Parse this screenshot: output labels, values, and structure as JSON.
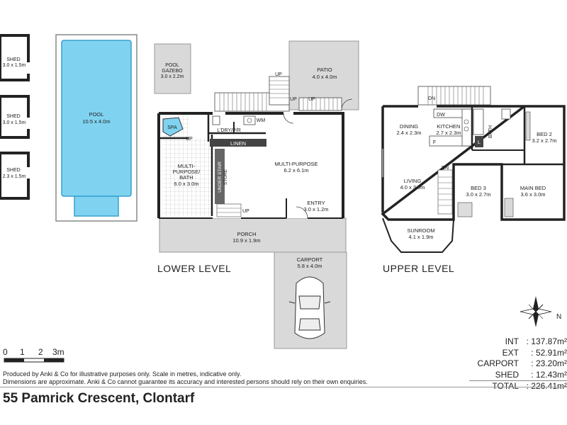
{
  "rooms": {
    "shed1": {
      "name": "SHED",
      "size": "3.0 x 1.5m"
    },
    "shed2": {
      "name": "SHED",
      "size": "3.0 x 1.5m"
    },
    "shed3": {
      "name": "SHED",
      "size": "2.3 x 1.5m"
    },
    "pool": {
      "name": "POOL",
      "size": "10.5 x 4.0m"
    },
    "gazebo": {
      "name1": "POOL",
      "name2": "GAZEBO",
      "size": "3.0 x 2.2m"
    },
    "patio": {
      "name": "PATIO",
      "size": "4.0 x 4.0m"
    },
    "spa": {
      "name": "SPA"
    },
    "ldry": {
      "name": "L'DRY/P/R"
    },
    "wm": {
      "name": "WM"
    },
    "linen": {
      "name": "LINEN"
    },
    "mpbath": {
      "name1": "MULTI-",
      "name2": "PURPOSE/",
      "name3": "BATH",
      "size": "6.0 x 3.0m"
    },
    "understair": {
      "name1": "UNDER STAIR",
      "name2": "STORE"
    },
    "multipurpose": {
      "name": "MULTI-PURPOSE",
      "size": "6.2 x 6.1m"
    },
    "entry": {
      "name": "ENTRY",
      "size": "3.0 x 1.2m"
    },
    "porch": {
      "name": "PORCH",
      "size": "10.9 x 1.9m"
    },
    "carport": {
      "name": "CARPORT",
      "size": "5.8 x 4.0m"
    },
    "dining": {
      "name": "DINING",
      "size": "2.4 x 2.3m"
    },
    "kitchen": {
      "name": "KITCHEN",
      "size": "2.7 x 2.3m"
    },
    "dw": {
      "name": "DW"
    },
    "f": {
      "name": "F"
    },
    "l": {
      "name": "L"
    },
    "bath": {
      "name": "BATH"
    },
    "bed2": {
      "name": "BED 2",
      "size": "3.2 x 2.7m"
    },
    "living": {
      "name": "LIVING",
      "size": "4.0 x 3.0m"
    },
    "bed3": {
      "name": "BED 3",
      "size": "3.0 x 2.7m"
    },
    "mainbed": {
      "name": "MAIN BED",
      "size": "3.6 x 3.0m"
    },
    "sunroom": {
      "name": "SUNROOM",
      "size": "4.1 x 1.9m"
    }
  },
  "marks": {
    "up": "UP",
    "dn": "DN"
  },
  "levels": {
    "lower": "LOWER LEVEL",
    "upper": "UPPER LEVEL"
  },
  "compass": {
    "north": "N"
  },
  "scale": {
    "t0": "0",
    "t1": "1",
    "t2": "2",
    "t3": "3m"
  },
  "areas": [
    {
      "label": "INT",
      "value": ": 137.87m²"
    },
    {
      "label": "EXT",
      "value": ": 52.91m²"
    },
    {
      "label": "CARPORT",
      "value": ": 23.20m²"
    },
    {
      "label": "SHED",
      "value": ": 12.43m²"
    },
    {
      "label": "TOTAL",
      "value": ": 226.41m²"
    }
  ],
  "disclaimer": {
    "line1": "Produced by Anki & Co for illustrative purposes only. Scale in metres, indicative only.",
    "line2": "Dimensions are approximate. Anki & Co cannot guarantee its accuracy and interested persons should rely on their own enquiries."
  },
  "address": "55 Pamrick Crescent, Clontarf",
  "colors": {
    "wall": "#222222",
    "pool": "#7fd3f0",
    "pool_edge": "#3a9fd0",
    "outdoor": "#d9d9d9",
    "tile": "#bbbbbb"
  }
}
